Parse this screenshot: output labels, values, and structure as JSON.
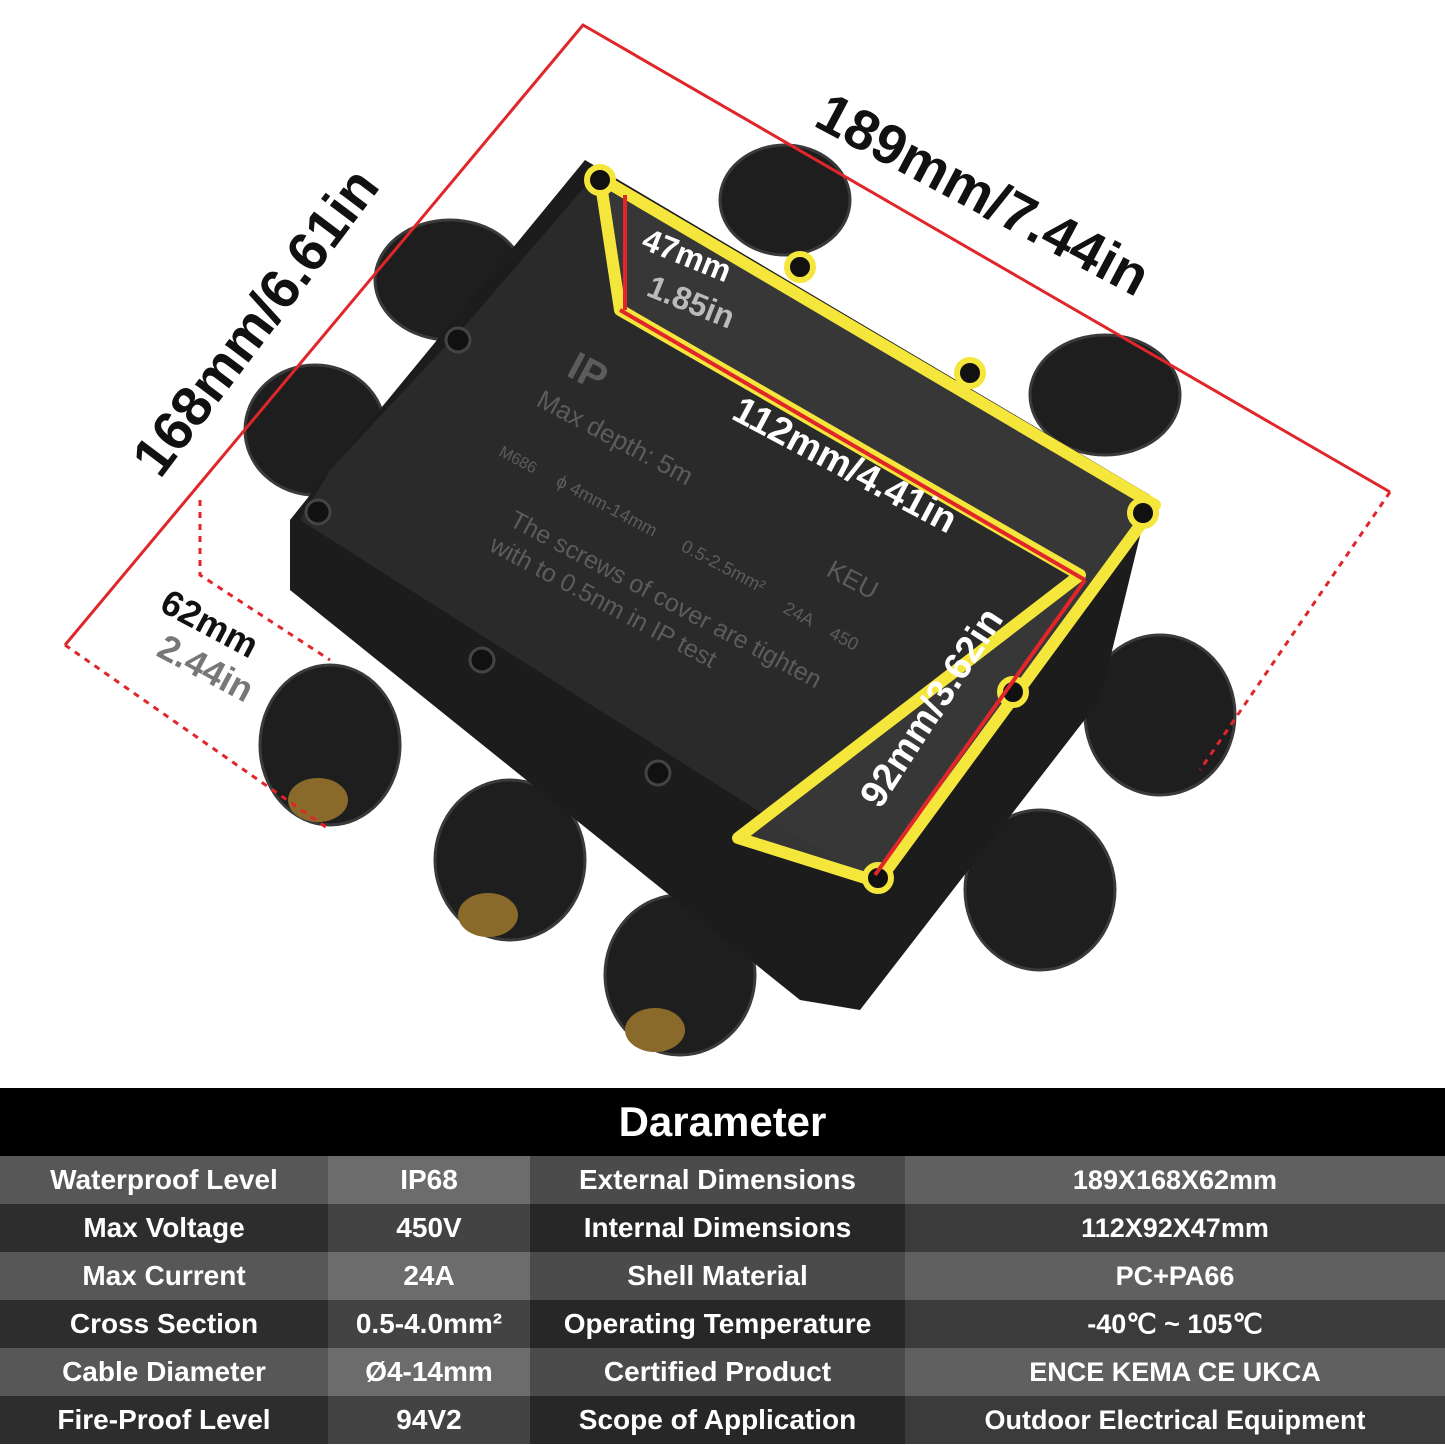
{
  "dimensions": {
    "length": "189mm/7.44in",
    "width": "168mm/6.61in",
    "inner_length": "112mm/4.41in",
    "inner_width": "92mm/3.62in",
    "inner_depth_mm": "47mm",
    "inner_depth_in": "1.85in",
    "height_mm": "62mm",
    "height_in": "2.44in"
  },
  "product_markings": {
    "ip": "IP",
    "max_depth": "Max depth: 5m",
    "model": "M686",
    "cable_range": "ϕ 4mm-14mm",
    "cross_section": "0.5-2.5mm²",
    "current": "24A",
    "voltage": "450",
    "note_line1": "The screws of cover are tighten",
    "note_line2": "with to 0.5nm in IP test",
    "kema_mark": "KEU"
  },
  "colors": {
    "outline_red": "#e0262a",
    "inner_yellow": "#f5e63c",
    "body": "#1c1c1c"
  },
  "table": {
    "title": "Darameter",
    "rows": [
      [
        "Waterproof Level",
        "IP68",
        "External Dimensions",
        "189X168X62mm"
      ],
      [
        "Max Voltage",
        "450V",
        "Internal Dimensions",
        "112X92X47mm"
      ],
      [
        "Max Current",
        "24A",
        "Shell Material",
        "PC+PA66"
      ],
      [
        "Cross Section",
        "0.5-4.0mm²",
        "Operating Temperature",
        "-40℃ ~ 105℃"
      ],
      [
        "Cable Diameter",
        "Ø4-14mm",
        "Certified Product",
        "ENCE KEMA CE UKCA"
      ],
      [
        "Fire-Proof Level",
        "94V2",
        "Scope of Application",
        "Outdoor Electrical Equipment"
      ]
    ]
  }
}
